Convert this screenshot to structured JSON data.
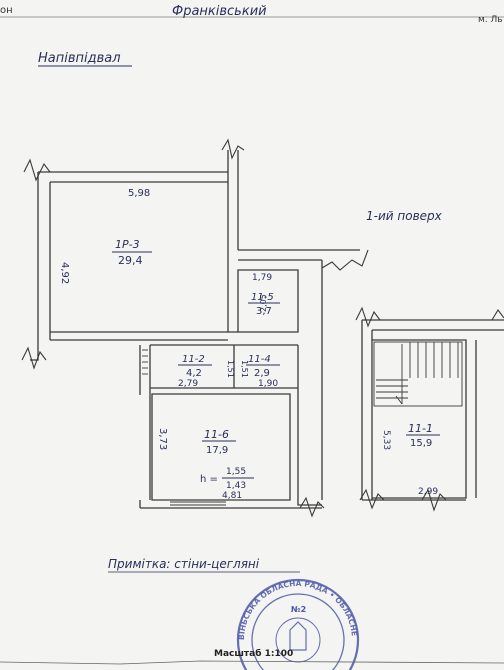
{
  "header": {
    "left_fragment": "он",
    "center_handwritten": "Франківський",
    "right_fragment": "м. Ль"
  },
  "section_basement": {
    "label": "Напівпідвал"
  },
  "section_first_floor": {
    "label": "1-ий поверх"
  },
  "rooms": [
    {
      "id": "room-1p3",
      "code": "1Р-3",
      "area": "29,4",
      "top_dim": "5,98",
      "side_dim": "4,92"
    },
    {
      "id": "room-115",
      "code": "11-5",
      "area": "3,7",
      "top_dim": "1,79",
      "side_dim": "2,05"
    },
    {
      "id": "room-112",
      "code": "11-2",
      "area": "4,2",
      "bottom_dim": "2,79",
      "side_dim": "1,51"
    },
    {
      "id": "room-114",
      "code": "11-4",
      "area": "2,9",
      "bottom_dim": "1,90",
      "side_dim": "1,51"
    },
    {
      "id": "room-116",
      "code": "11-6",
      "area": "17,9",
      "side_dim": "3,73",
      "bottom_dim": "4,81",
      "height_label": "h =",
      "height_top": "1,55",
      "height_bottom": "1,43"
    },
    {
      "id": "room-111",
      "code": "11-1",
      "area": "15,9",
      "side_dim": "5,33",
      "bottom_dim": "2,99"
    }
  ],
  "note": {
    "text": "Примітка: стіни-цегляні"
  },
  "footer": {
    "scale": "Масштаб 1:100"
  },
  "stamp": {
    "text": "ВІНЬСЬКА ОБЛАСНА РАДА • ОБЛАСНЕ КОМУНАЛЬНЕ ПІДПРИЄМСТВО БЮРО ТЕХНІЧНОЇ ІНВЕНТАРИЗАЦІЇ",
    "number": "№2",
    "color": "#4a56a8"
  },
  "colors": {
    "ink": "#2a2f5a",
    "wall": "#3a3a3a",
    "paper": "#f4f4f2"
  }
}
